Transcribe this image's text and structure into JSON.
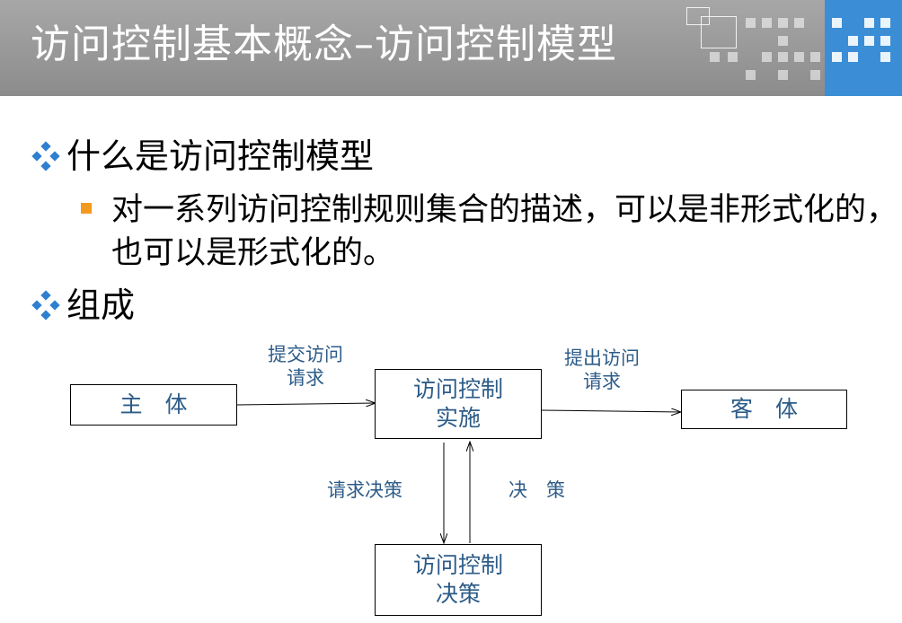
{
  "slide": {
    "title": "访问控制基本概念–访问控制模型"
  },
  "bullets": {
    "b1": "什么是访问控制模型",
    "b1_sub": "对一系列访问控制规则集合的描述，可以是非形式化的，也可以是形式化的。",
    "b2": "组成"
  },
  "diagram": {
    "subject": "主　体",
    "enforcement_line1": "访问控制",
    "enforcement_line2": "实施",
    "object": "客　体",
    "decision_line1": "访问控制",
    "decision_line2": "决策",
    "label_submit_line1": "提交访问",
    "label_submit_line2": "请求",
    "label_issue_line1": "提出访问",
    "label_issue_line2": "请求",
    "label_request_decision": "请求决策",
    "label_decision": "决　策"
  },
  "colors": {
    "header_bg": "#999999",
    "accent_blue": "#3b8ed6",
    "bullet_blue": "#2f7fd0",
    "sub_bullet_orange": "#f39a1e",
    "diagram_text": "#2d5c88"
  }
}
